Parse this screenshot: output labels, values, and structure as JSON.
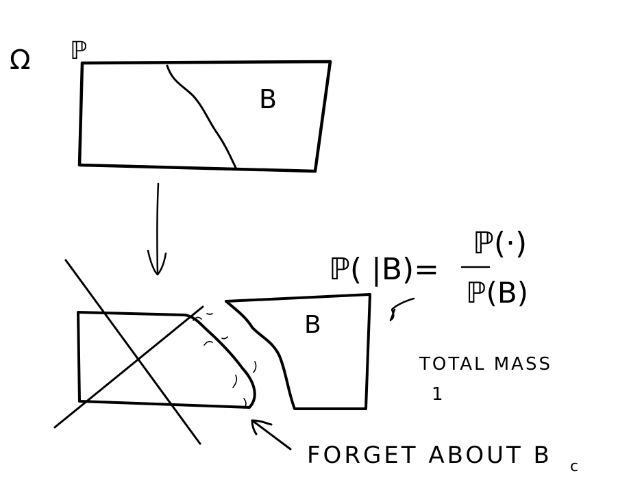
{
  "labels": {
    "omega": "Ω",
    "prob": "ℙ",
    "b_top": "B",
    "b_bottom": "B",
    "formula_lhs": "ℙ( |B)=",
    "formula_numerator": "ℙ(·)",
    "formula_denominator": "ℙ(B)",
    "total_mass": "TOTAL MASS",
    "total_mass_value": "1",
    "forget": "FORGET ABOUT B",
    "forget_sup": "c"
  },
  "colors": {
    "ink": "#000000",
    "paper": "#ffffff"
  }
}
